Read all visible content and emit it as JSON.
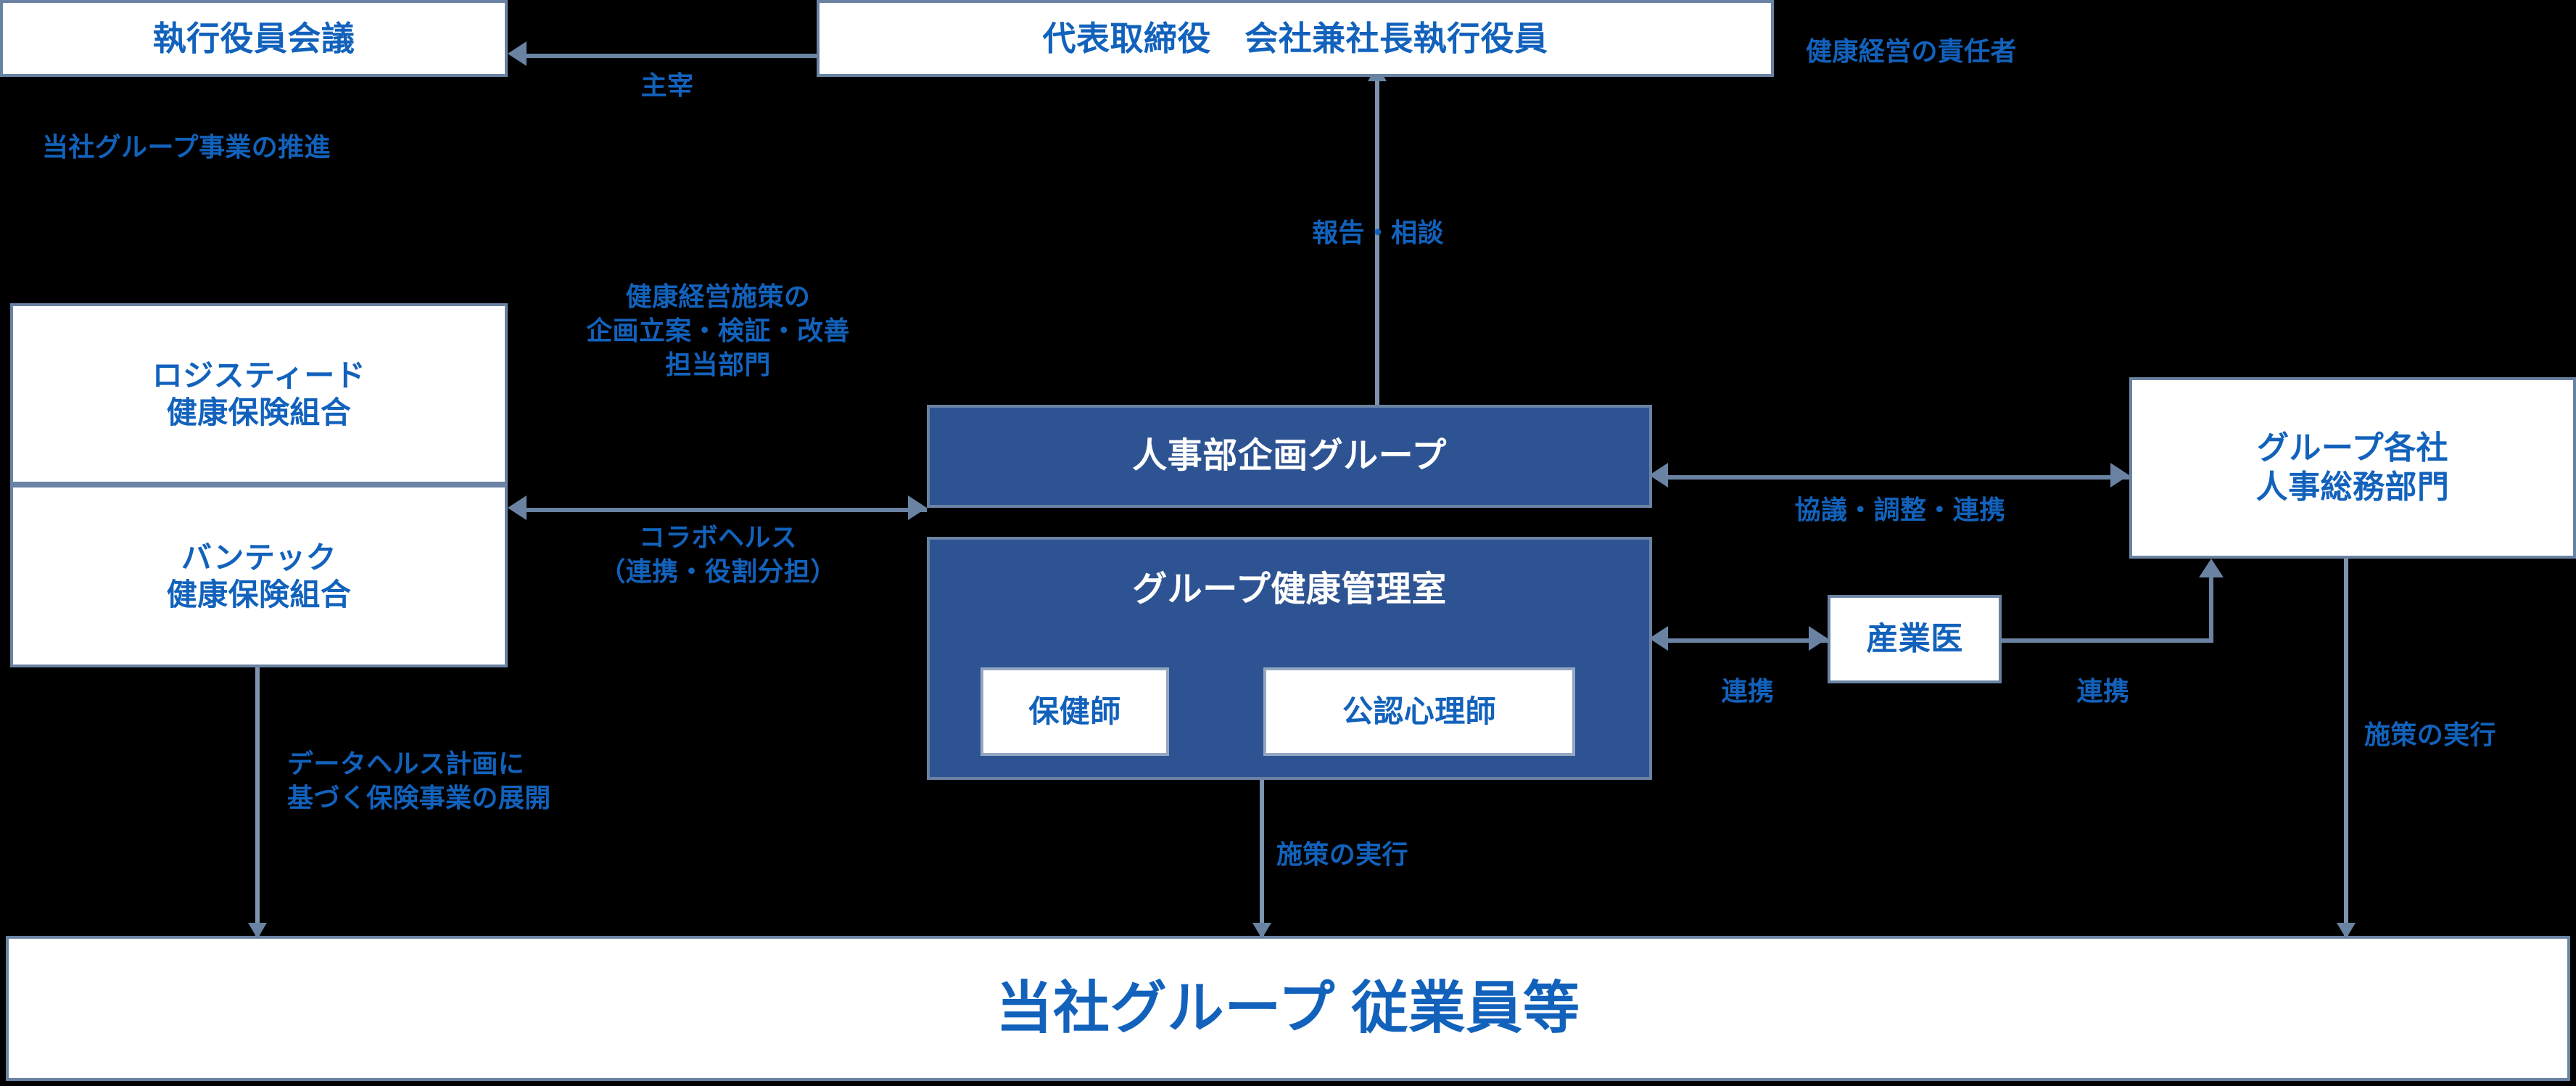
{
  "diagram": {
    "title": "健康経営推進体制図",
    "colors": {
      "background": "#000000",
      "accent_blue": "#1262BC",
      "box_fill_blue": "#2E5392",
      "box_border": "#6A83A3",
      "box_fill_white": "#FFFFFF",
      "connector": "#6A83A3"
    },
    "nodes": {
      "executive_meeting": "執行役員会議",
      "president": "代表取締役　会社兼社長執行役員",
      "logisteed_kenpo": "ロジスティード\n健康保険組合",
      "vantec_kenpo": "バンテック\n健康保険組合",
      "hr_planning_group": "人事部企画グループ",
      "group_health_office": "グループ健康管理室",
      "public_health_nurse": "保健師",
      "certified_psychologist": "公認心理師",
      "occupational_physician": "産業医",
      "group_hr_departments": "グループ各社\n人事総務部門",
      "employees": "当社グループ 従業員等"
    },
    "captions": {
      "president_role": "健康経営の責任者",
      "executive_meeting_role": "当社グループ事業の推進",
      "preside": "主宰",
      "report_consult": "報告・相談",
      "hr_planning_role": "健康経営施策の\n企画立案・検証・改善\n担当部門",
      "collabo_health": "コラボヘルス\n（連携・役割分担）",
      "discuss_adjust_cooperate": "協議・調整・連携",
      "cooperate_left": "連携",
      "cooperate_right": "連携",
      "data_health_plan": "データヘルス計画に\n基づく保険事業の展開",
      "implement_center": "施策の実行",
      "implement_right": "施策の実行"
    }
  }
}
